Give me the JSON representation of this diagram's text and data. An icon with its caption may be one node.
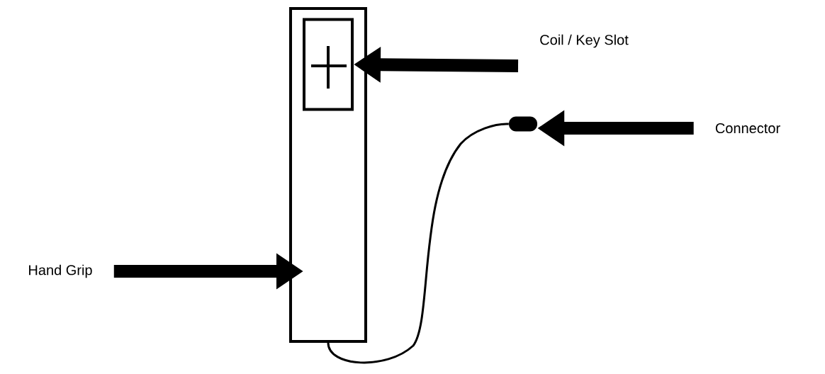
{
  "diagram": {
    "nodes": [
      {
        "text": [],
        "shape": "box"
      },
      {
        "text": [],
        "shape": "box",
        "in": 0
      },
      {
        "text": [],
        "shape": "bar"
      },
      {
        "text": [
          "Coil / Key Slot"
        ]
      },
      {
        "text": [
          "Hand Grip"
        ]
      },
      {
        "text": [
          "Connector"
        ]
      }
    ],
    "edges": [
      {
        "from": 3,
        "to": 1,
        "arrow": "to"
      },
      {
        "from": 4,
        "to": 0,
        "arrow": "to"
      },
      {
        "from": 5,
        "to": 2,
        "arrow": "to"
      },
      {
        "from": 0,
        "to": 2,
        "arrow": "none"
      }
    ]
  }
}
